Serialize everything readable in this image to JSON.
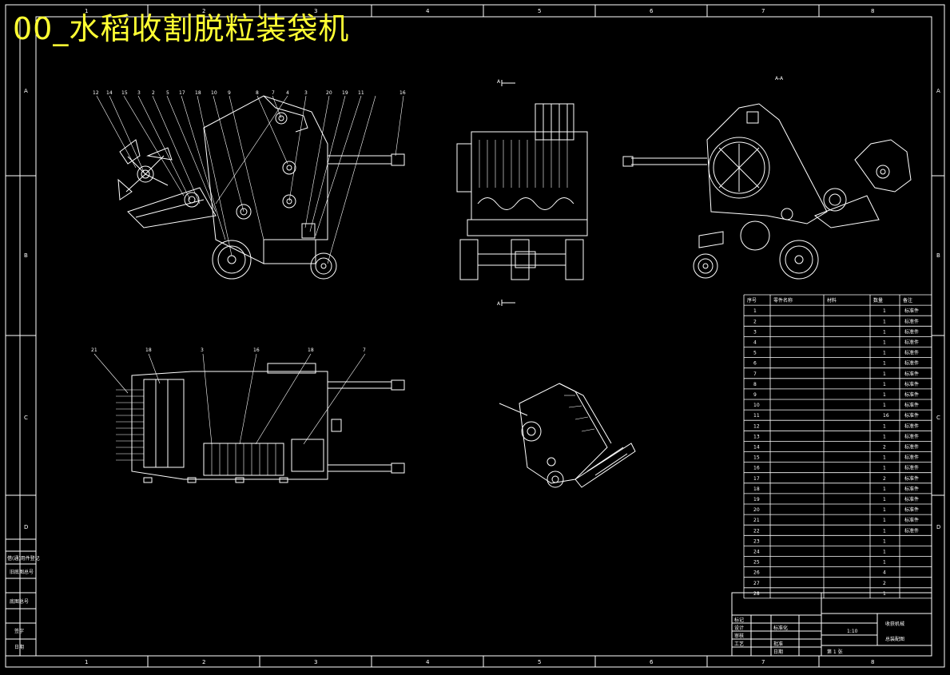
{
  "title": "00_水稻收割脱粒装袋机",
  "colors": {
    "background": "#000000",
    "lines": "#ffffff",
    "title": "#ffff33"
  },
  "border": {
    "top_zones": [
      "1",
      "2",
      "3",
      "4",
      "5",
      "6",
      "7",
      "8"
    ],
    "bottom_zones": [
      "1",
      "2",
      "3",
      "4",
      "5",
      "6",
      "7",
      "8"
    ],
    "side_zones": [
      "A",
      "B",
      "C",
      "D"
    ]
  },
  "views": {
    "section_label": "A-A",
    "marker_top": "A",
    "marker_bottom": "A",
    "side_view_balloons": [
      "12",
      "14",
      "15",
      "3",
      "2",
      "5",
      "17",
      "18",
      "10",
      "9",
      "8",
      "7",
      "4",
      "3",
      "20",
      "19",
      "11",
      "16"
    ],
    "top_view_balloons": [
      "21",
      "18",
      "3",
      "16",
      "18",
      "7"
    ]
  },
  "parts_list": {
    "headers": [
      "序号",
      "零件名称",
      "材料",
      "数量",
      "备注"
    ],
    "rows": [
      {
        "no": "1",
        "qty": "1",
        "note": "标准件"
      },
      {
        "no": "2",
        "qty": "1",
        "note": "标准件"
      },
      {
        "no": "3",
        "qty": "1",
        "note": "标准件"
      },
      {
        "no": "4",
        "qty": "1",
        "note": "标准件"
      },
      {
        "no": "5",
        "qty": "1",
        "note": "标准件"
      },
      {
        "no": "6",
        "qty": "1",
        "note": "标准件"
      },
      {
        "no": "7",
        "qty": "1",
        "note": "标准件"
      },
      {
        "no": "8",
        "qty": "1",
        "note": "标准件"
      },
      {
        "no": "9",
        "qty": "1",
        "note": "标准件"
      },
      {
        "no": "10",
        "qty": "1",
        "note": "标准件"
      },
      {
        "no": "11",
        "qty": "16",
        "note": "标准件"
      },
      {
        "no": "12",
        "qty": "1",
        "note": "标准件"
      },
      {
        "no": "13",
        "qty": "1",
        "note": "标准件"
      },
      {
        "no": "14",
        "qty": "2",
        "note": "标准件"
      },
      {
        "no": "15",
        "qty": "1",
        "note": "标准件"
      },
      {
        "no": "16",
        "qty": "1",
        "note": "标准件"
      },
      {
        "no": "17",
        "qty": "2",
        "note": "标准件"
      },
      {
        "no": "18",
        "qty": "1",
        "note": "标准件"
      },
      {
        "no": "19",
        "qty": "1",
        "note": "标准件"
      },
      {
        "no": "20",
        "qty": "1",
        "note": "标准件"
      },
      {
        "no": "21",
        "qty": "1",
        "note": "标准件"
      },
      {
        "no": "22",
        "qty": "1",
        "note": "标准件"
      },
      {
        "no": "23",
        "qty": "1",
        "note": ""
      },
      {
        "no": "24",
        "qty": "1",
        "note": ""
      },
      {
        "no": "25",
        "qty": "1",
        "note": ""
      },
      {
        "no": "26",
        "qty": "4",
        "note": ""
      },
      {
        "no": "27",
        "qty": "2",
        "note": ""
      },
      {
        "no": "28",
        "qty": "1",
        "note": ""
      }
    ]
  },
  "title_block": {
    "left_labels": [
      "标记",
      "设计",
      "审核",
      "工艺"
    ],
    "mid_labels": [
      "标准化",
      "批准",
      "日期"
    ],
    "right_top": "收获机械",
    "right_bottom": "总装配图",
    "scale": "1:10",
    "sheet": "第 1 张"
  },
  "left_strip": {
    "labels": [
      "借(通)用件登记",
      "旧底图总号",
      "底图总号",
      "签字",
      "日期"
    ]
  }
}
